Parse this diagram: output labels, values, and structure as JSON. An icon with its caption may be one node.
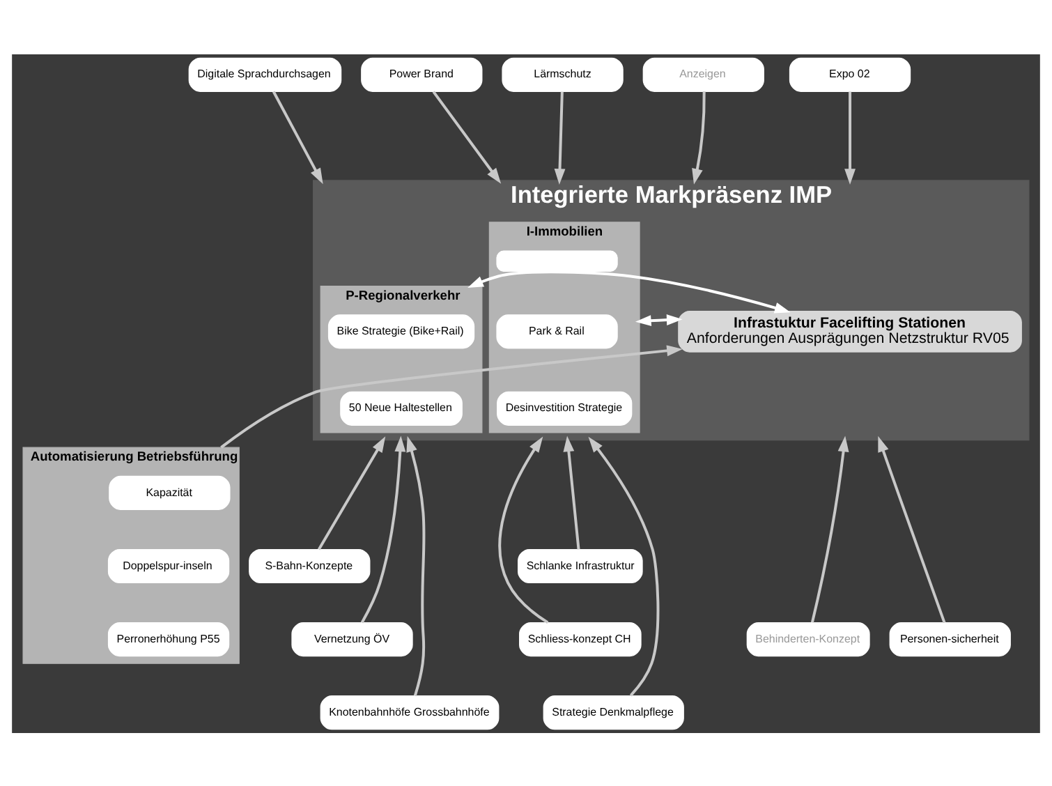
{
  "diagram": {
    "nodes": [
      {
        "text": [
          "Digitale Sprachdurchsagen"
        ]
      },
      {
        "text": [
          "Anzeigen"
        ]
      },
      {
        "text": [
          "Expo 02"
        ]
      },
      {
        "text": [
          "Power Brand"
        ]
      },
      {
        "text": [
          "Lärmschutz"
        ]
      },
      {
        "text": [
          "Integrierte Markpräsenz IMP"
        ]
      },
      {
        "text": [
          "P-Regionalverkehr"
        ],
        "in": 5
      },
      {
        "text": [
          "Bike Strategie (Bike+Rail)"
        ],
        "in": 6
      },
      {
        "text": [
          "50 Neue Haltestellen"
        ],
        "in": 6
      },
      {
        "text": [
          "Infrastuktur Facelifting Stationen",
          "Anforderungen Ausprägungen Netzstruktur RV05"
        ],
        "in": 5
      },
      {
        "text": [
          "I-Immobilien"
        ],
        "in": 5
      },
      {
        "text": [],
        "shape": "box",
        "in": 10
      },
      {
        "text": [
          "Park & Rail"
        ],
        "in": 10
      },
      {
        "text": [
          "Desinvestition Strategie"
        ],
        "in": 10
      },
      {
        "text": [
          "S-Bahn-Konzepte"
        ]
      },
      {
        "text": [
          "Automatisierung Betriebsführung"
        ]
      },
      {
        "text": [
          "Kapazität"
        ],
        "in": 15
      },
      {
        "text": [
          "Doppelspur-inseln"
        ],
        "in": 15
      },
      {
        "text": [
          "Perronerhöhung P55"
        ],
        "in": 15
      },
      {
        "text": [
          "Schlanke Infrastruktur"
        ]
      },
      {
        "text": [
          "Vernetzung ÖV"
        ]
      },
      {
        "text": [
          "Schliess-konzept CH"
        ]
      },
      {
        "text": [
          "Knotenbahnhöfe Grossbahnhöfe"
        ]
      },
      {
        "text": [
          "Behinderten-Konzept"
        ]
      },
      {
        "text": [
          "Personen-sicherheit"
        ]
      },
      {
        "text": [
          "Strategie Denkmalpflege"
        ]
      }
    ],
    "edges": [
      {
        "from": 0,
        "to": 5,
        "arrow": "to"
      },
      {
        "from": 1,
        "to": 5,
        "arrow": "to"
      },
      {
        "from": 2,
        "to": 5,
        "arrow": "to"
      },
      {
        "from": 3,
        "to": 5,
        "arrow": "to"
      },
      {
        "from": 4,
        "to": 5,
        "arrow": "to"
      },
      {
        "from": 6,
        "to": 9,
        "arrow": "both",
        "color": "#ffffff"
      },
      {
        "from": 9,
        "to": 10,
        "arrow": "both",
        "color": "#ffffff"
      },
      {
        "from": 14,
        "to": 5,
        "arrow": "to"
      },
      {
        "from": 20,
        "to": 5,
        "arrow": "to"
      },
      {
        "from": 22,
        "to": 5,
        "arrow": "to"
      },
      {
        "from": 23,
        "to": 5,
        "arrow": "to"
      },
      {
        "from": 15,
        "to": 9,
        "arrow": "to"
      },
      {
        "from": 24,
        "to": 5,
        "arrow": "to"
      },
      {
        "from": 25,
        "to": 5,
        "arrow": "to"
      },
      {
        "from": 21,
        "to": 5,
        "arrow": "to"
      },
      {
        "from": 19,
        "to": 5,
        "arrow": "to"
      }
    ]
  }
}
